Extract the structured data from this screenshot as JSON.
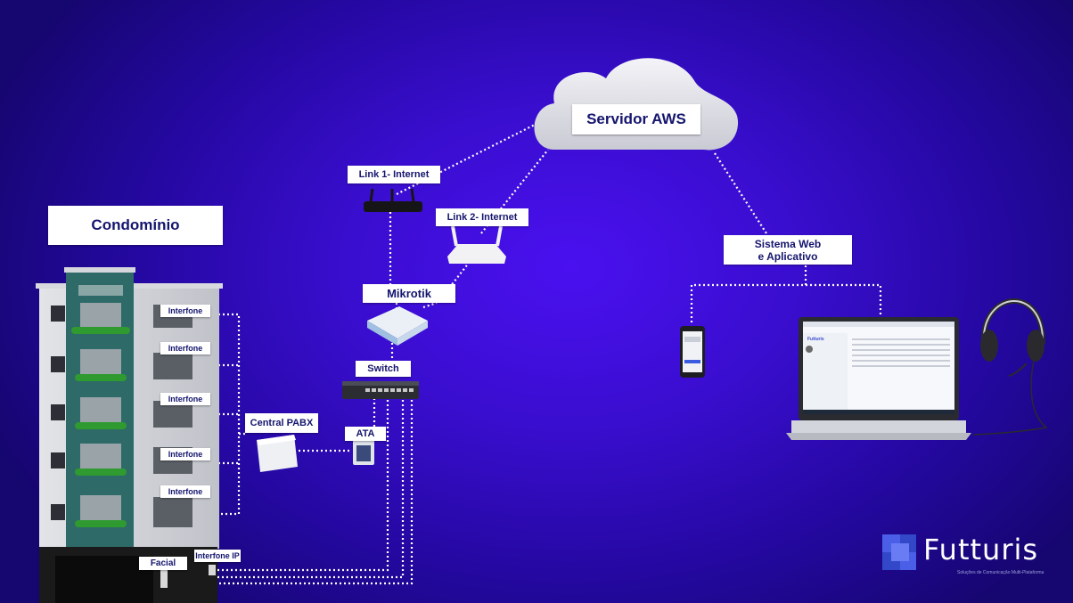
{
  "nodes": {
    "cloud": "Servidor AWS",
    "condominio": "Condomínio",
    "link1": "Link 1- Internet",
    "link2": "Link 2- Internet",
    "mikrotik": "Mikrotik",
    "switch": "Switch",
    "ata": "ATA",
    "pabx": "Central PABX",
    "sistema_web": [
      "Sistema Web",
      "e Aplicativo"
    ],
    "interfone_ip": "Interfone IP",
    "facial": "Facial"
  },
  "interfones": [
    "Interfone",
    "Interfone",
    "Interfone",
    "Interfone",
    "Interfone"
  ],
  "brand": {
    "name": "Futturis",
    "tagline": "Soluções de Comunicação Multi-Plataforma"
  },
  "laptop_app": {
    "logo": "Futturis"
  },
  "colors": {
    "background": "#3a0ed0",
    "label_text": "#15156e",
    "brand_accent": "#4a5ee8",
    "wire": "#ffffff"
  }
}
